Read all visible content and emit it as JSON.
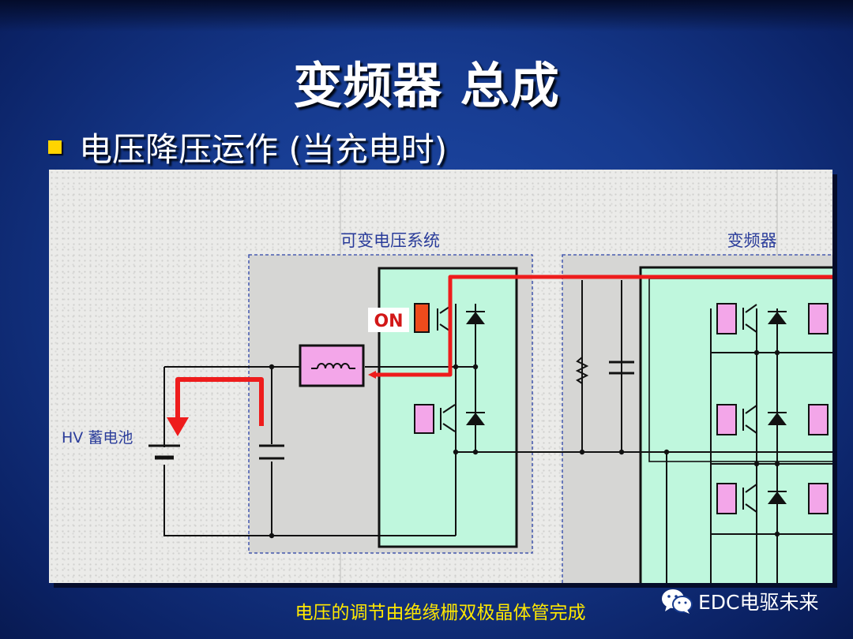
{
  "slide": {
    "title": "变频器 总成",
    "bullet": "电压降压运作 (当充电时)",
    "caption": "电压的调节由绝缘栅双极晶体管完成"
  },
  "diagram": {
    "label_variable_voltage": "可变电压系统",
    "label_inverter": "变频器",
    "label_battery": "HV 蓄电池",
    "label_on": "ON"
  },
  "watermark": {
    "text": "EDC电驱未来",
    "icon": "wechat-icon"
  },
  "colors": {
    "background": "#163a8e",
    "title": "#ffffff",
    "bullet": "#ffd400",
    "caption": "#ffe800",
    "module_fill": "#bff7dd",
    "igbt_fill": "#f3a6e9",
    "current_path": "#ee1c1c",
    "label": "#2a3c9a"
  }
}
